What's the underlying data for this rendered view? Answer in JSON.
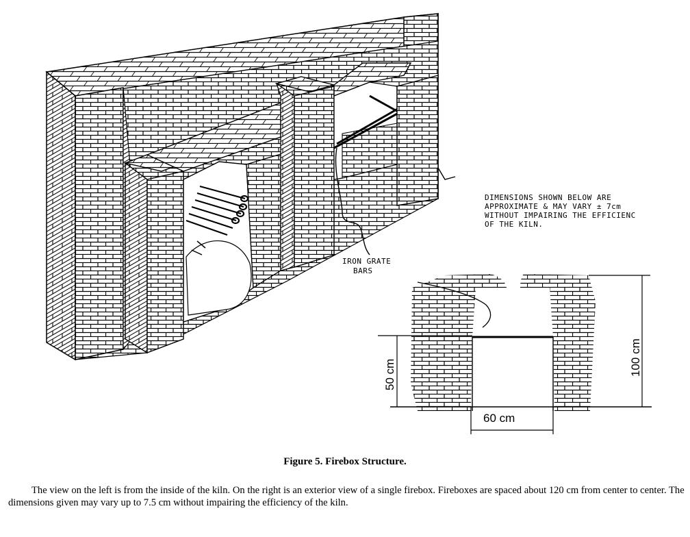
{
  "left_view": {
    "label": "IRON GRATE BARS"
  },
  "right_view": {
    "note_lines": [
      "DIMENSIONS SHOWN BELOW ARE",
      "APPROXIMATE & MAY VARY ± 7cm",
      "WITHOUT IMPAIRING THE EFFICIENC",
      "OF THE KILN."
    ],
    "dimensions": {
      "grate_height": "50 cm",
      "total_height": "100 cm",
      "opening_width": "60 cm"
    }
  },
  "caption": {
    "title": "Figure 5. Firebox Structure.",
    "body": "The view on the left is from the inside of the kiln. On the right is an exterior view of a single firebox. Fireboxes are  spaced about 120 cm from center to center. The dimensions given may vary up to 7.5 cm without impairing the efficiency of the kiln."
  }
}
